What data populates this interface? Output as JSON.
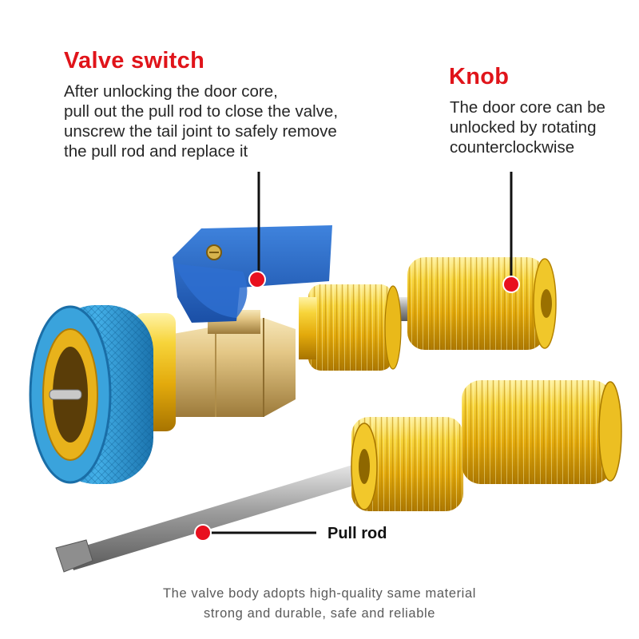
{
  "valve_switch": {
    "title": "Valve switch",
    "lines": [
      "After unlocking the door core,",
      "pull out the pull rod to close the valve,",
      "unscrew the tail joint to safely remove",
      "the pull rod and replace it"
    ]
  },
  "knob": {
    "title": "Knob",
    "lines": [
      "The door core can be",
      "unlocked by rotating",
      "counterclockwise"
    ]
  },
  "pull_rod": {
    "label": "Pull rod"
  },
  "footer": {
    "lines": [
      "The valve body adopts high-quality same material",
      "strong and durable, safe and reliable"
    ]
  },
  "colors": {
    "title_red": "#e0141a",
    "marker_red": "#e8101e",
    "coupler_blue": "#3aa3dc",
    "handle_blue": "#2466c4",
    "gold": "#f3c51c",
    "brass": "#d9b871"
  }
}
